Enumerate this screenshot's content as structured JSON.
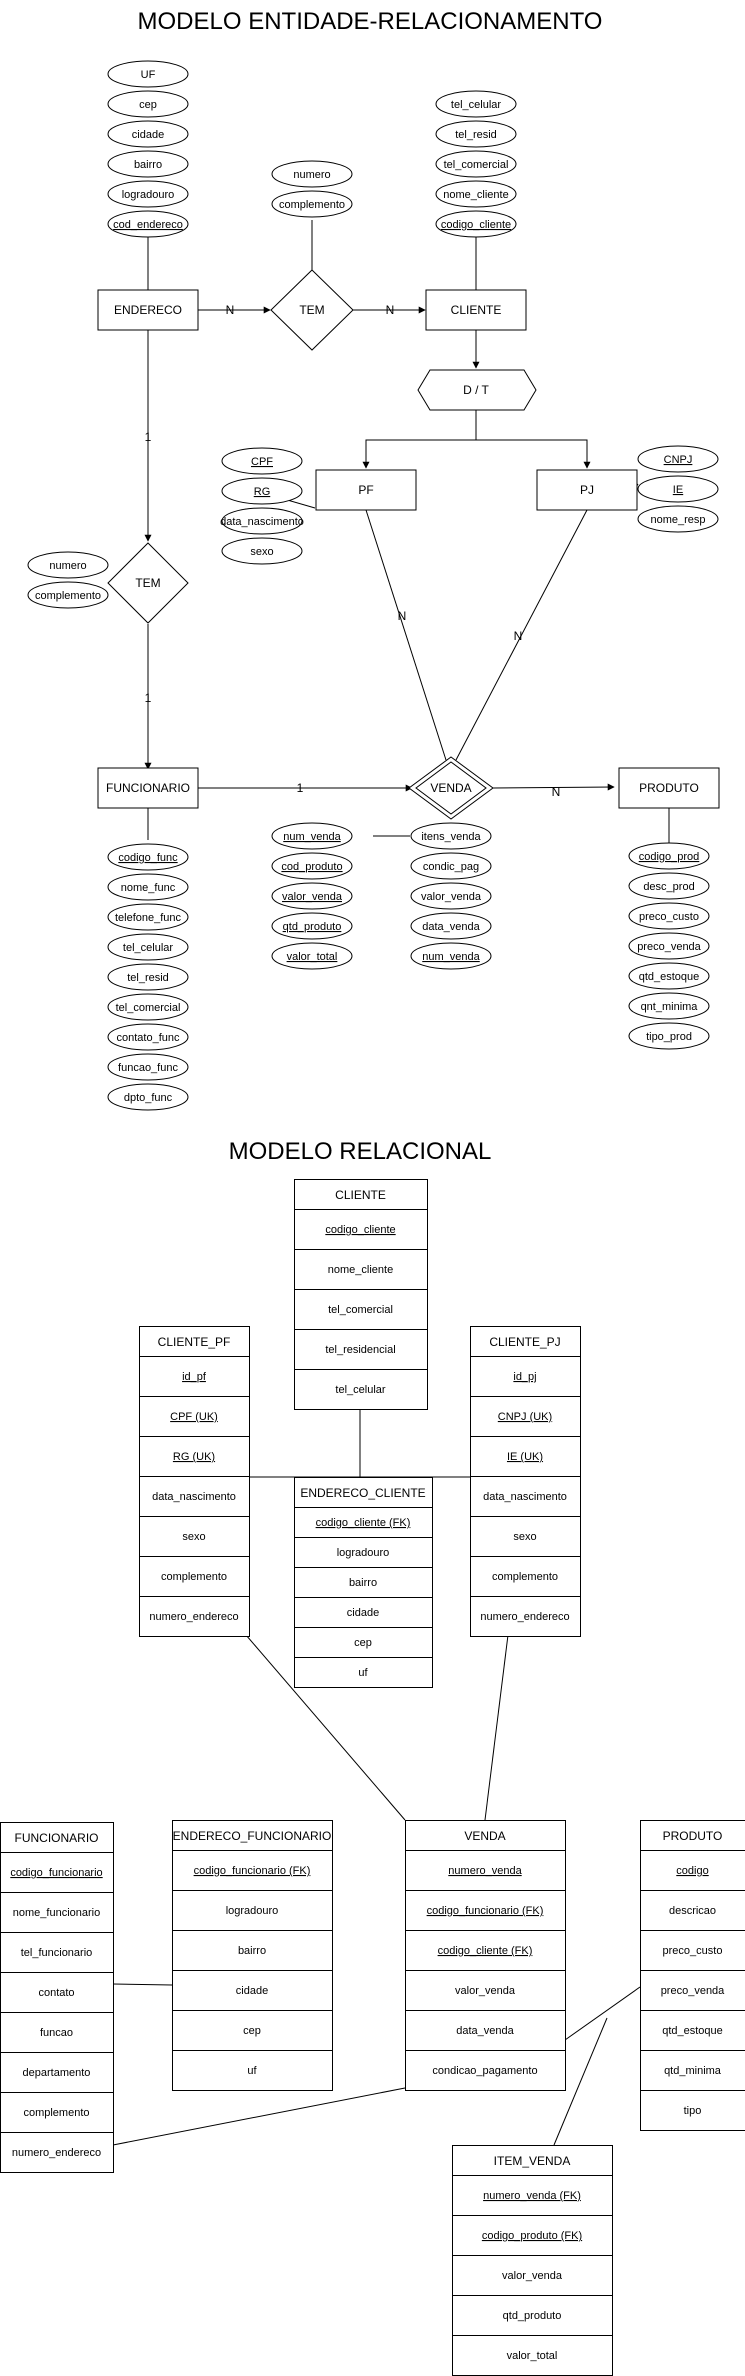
{
  "er": {
    "title": "MODELO ENTIDADE-RELACIONAMENTO",
    "entities": {
      "endereco": "ENDERECO",
      "cliente": "CLIENTE",
      "pf": "PF",
      "pj": "PJ",
      "funcionario": "FUNCIONARIO",
      "produto": "PRODUTO"
    },
    "relationships": {
      "tem_top": "TEM",
      "tem_left": "TEM",
      "venda": "VENDA"
    },
    "specialization": "D / T",
    "cardinalities": {
      "endereco_tem": "N",
      "tem_cliente": "N",
      "endereco_tem2": "1",
      "tem2_funcionario": "1",
      "pf_venda": "N",
      "pj_venda": "N",
      "funcionario_venda": "1",
      "venda_produto": "N"
    },
    "attributes": {
      "endereco": [
        "UF",
        "cep",
        "cidade",
        "bairro",
        "logradouro",
        "cod_endereco"
      ],
      "tem_top": [
        "numero",
        "complemento"
      ],
      "cliente": [
        "tel_celular",
        "tel_resid",
        "tel_comercial",
        "nome_cliente",
        "codigo_cliente"
      ],
      "pf": [
        "CPF",
        "RG",
        "data_nascimento",
        "sexo"
      ],
      "pj": [
        "CNPJ",
        "IE",
        "nome_resp"
      ],
      "tem_left": [
        "numero",
        "complemento"
      ],
      "funcionario": [
        "codigo_func",
        "nome_func",
        "telefone_func",
        "tel_celular",
        "tel_resid",
        "tel_comercial",
        "contato_func",
        "funcao_func",
        "dpto_func"
      ],
      "venda_left": [
        "num_venda",
        "cod_produto",
        "valor_venda",
        "qtd_produto",
        "valor_total"
      ],
      "venda_right": [
        "itens_venda",
        "condic_pag",
        "valor_venda",
        "data_venda",
        "num_venda"
      ],
      "produto": [
        "codigo_prod",
        "desc_prod",
        "preco_custo",
        "preco_venda",
        "qtd_estoque",
        "qnt_minima",
        "tipo_prod"
      ]
    }
  },
  "relational": {
    "title": "MODELO RELACIONAL",
    "tables": {
      "cliente": {
        "name": "CLIENTE",
        "rows": [
          "codigo_cliente",
          "nome_cliente",
          "tel_comercial",
          "tel_residencial",
          "tel_celular"
        ]
      },
      "cliente_pf": {
        "name": "CLIENTE_PF",
        "rows": [
          "id_pf",
          "CPF (UK)",
          "RG (UK)",
          "data_nascimento",
          "sexo",
          "complemento",
          "numero_endereco"
        ]
      },
      "cliente_pj": {
        "name": "CLIENTE_PJ",
        "rows": [
          "id_pj",
          "CNPJ (UK)",
          "IE (UK)",
          "data_nascimento",
          "sexo",
          "complemento",
          "numero_endereco"
        ]
      },
      "endereco_cliente": {
        "name": "ENDERECO_CLIENTE",
        "rows": [
          "codigo_cliente (FK)",
          "logradouro",
          "bairro",
          "cidade",
          "cep",
          "uf"
        ]
      },
      "funcionario": {
        "name": "FUNCIONARIO",
        "rows": [
          "codigo_funcionario",
          "nome_funcionario",
          "tel_funcionario",
          "contato",
          "funcao",
          "departamento",
          "complemento",
          "numero_endereco"
        ]
      },
      "endereco_funcionario": {
        "name": "ENDERECO_FUNCIONARIO",
        "rows": [
          "codigo_funcionario (FK)",
          "logradouro",
          "bairro",
          "cidade",
          "cep",
          "uf"
        ]
      },
      "venda": {
        "name": "VENDA",
        "rows": [
          "numero_venda",
          "codigo_funcionario (FK)",
          "codigo_cliente (FK)",
          "valor_venda",
          "data_venda",
          "condicao_pagamento"
        ]
      },
      "produto": {
        "name": "PRODUTO",
        "rows": [
          "codigo",
          "descricao",
          "preco_custo",
          "preco_venda",
          "qtd_estoque",
          "qtd_minima",
          "tipo"
        ]
      },
      "item_venda": {
        "name": "ITEM_VENDA",
        "rows": [
          "numero_venda (FK)",
          "codigo_produto (FK)",
          "valor_venda",
          "qtd_produto",
          "valor_total"
        ]
      }
    }
  }
}
